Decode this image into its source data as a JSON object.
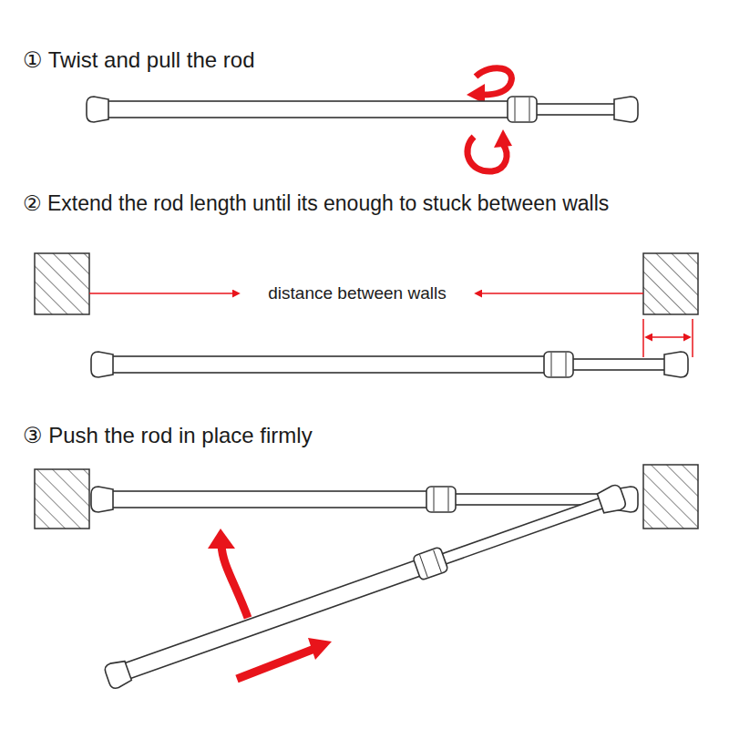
{
  "diagram": {
    "labels": [
      "① Twist and pull the rod",
      "② Extend the rod length until its enough to stuck between walls",
      "distance between walls",
      "③ Push the rod in place firmly"
    ]
  }
}
